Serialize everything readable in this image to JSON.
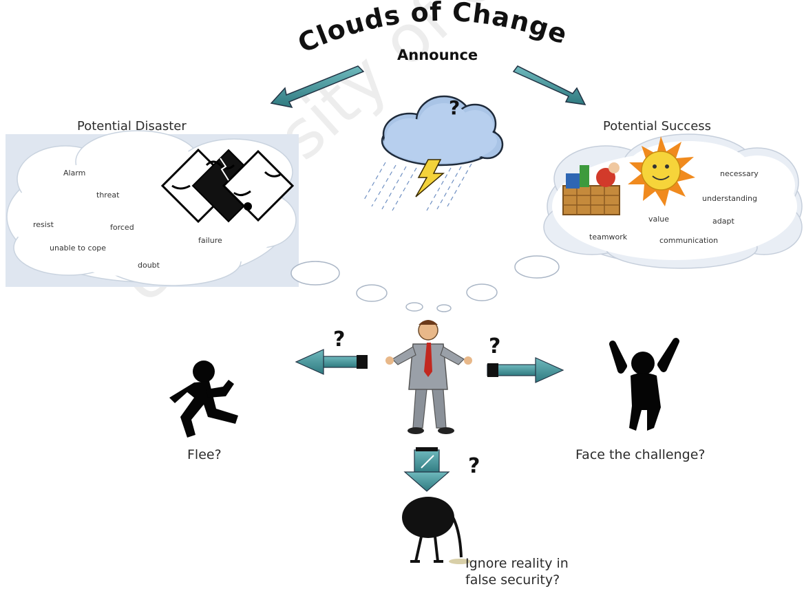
{
  "title": {
    "heading": "Clouds of Change",
    "subheading": "Announce"
  },
  "disaster": {
    "label": "Potential Disaster",
    "words": [
      "Alarm",
      "threat",
      "resist",
      "forced",
      "failure",
      "unable to cope",
      "doubt"
    ]
  },
  "success": {
    "label": "Potential Success",
    "words": [
      "necessary",
      "understanding",
      "value",
      "adapt",
      "teamwork",
      "communication"
    ]
  },
  "center_cloud": {
    "mark": "?"
  },
  "person": {
    "left_question": "?",
    "right_question": "?",
    "down_question": "?"
  },
  "outcomes": {
    "flee": "Flee?",
    "face": "Face the challenge?",
    "ignore_line1": "Ignore reality in",
    "ignore_line2": "false security?"
  },
  "watermark": "University of Cape Town",
  "colors": {
    "arrow_teal": "#3f8f94",
    "cloud_blue": "#a9c4e6",
    "panel_bg": "#dde5f0",
    "sun_yellow": "#f6d43a",
    "sun_orange": "#f08a1e"
  }
}
